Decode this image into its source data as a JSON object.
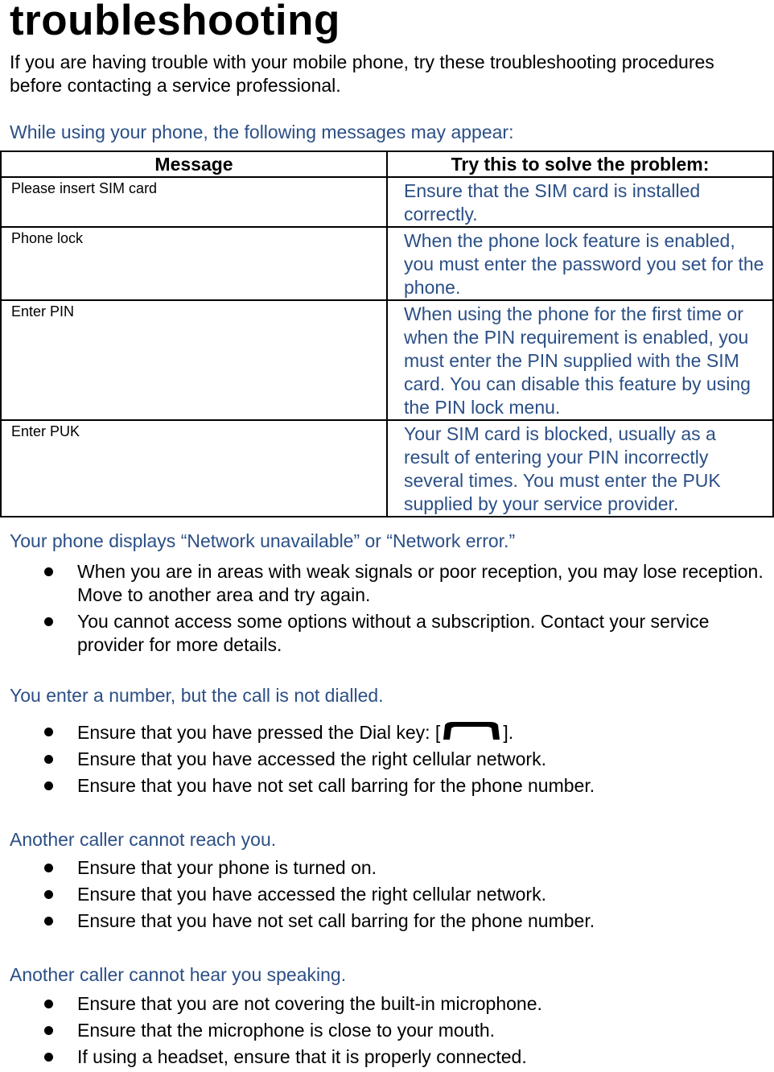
{
  "title": "troubleshooting",
  "intro": "If you are having trouble with your mobile phone, try these troubleshooting procedures before contacting a service professional.",
  "messages_heading": "While using your phone, the following messages may appear:",
  "table": {
    "headers": [
      "Message",
      "Try this to solve the problem:"
    ],
    "rows": [
      {
        "message": "Please insert SIM card",
        "solution": "Ensure that the SIM card is installed correctly."
      },
      {
        "message": "Phone lock",
        "solution": "When the phone lock feature is enabled, you must enter the password you set for the phone."
      },
      {
        "message": "Enter PIN",
        "solution": "When using the phone for the first time or when the PIN requirement is enabled, you must enter the PIN supplied with the SIM card. You can disable this feature by using the PIN lock    menu."
      },
      {
        "message": "Enter PUK",
        "solution": "Your SIM card is blocked, usually as a result of entering your PIN incorrectly several times. You must enter the PUK supplied by your service provider."
      }
    ]
  },
  "sections": [
    {
      "heading": "Your phone displays “Network unavailable” or “Network error.”",
      "bullets": [
        "When you are in areas with weak signals or poor reception, you may lose reception. Move to another area and try again.",
        "You cannot access some options without a subscription. Contact your service provider for more details."
      ]
    },
    {
      "heading": "You enter a number, but the call is not dialled.",
      "dial_prefix": "Ensure that you have pressed the Dial key: [",
      "dial_suffix": "].",
      "dial_icon": "dial-key-icon",
      "bullets": [
        "Ensure that you have accessed the right cellular network.",
        "Ensure that you have not set call barring for the phone number."
      ]
    },
    {
      "heading": "Another caller cannot reach you.",
      "bullets": [
        "Ensure that your phone is turned on.",
        "Ensure that you have accessed the right cellular network.",
        "Ensure that you have not set call barring for the phone number."
      ]
    },
    {
      "heading": "Another caller cannot hear you speaking.",
      "bullets": [
        "Ensure that you are not covering the built-in microphone.",
        "Ensure that the microphone is close to your mouth.",
        "If using a headset, ensure that it is properly connected."
      ]
    }
  ],
  "colors": {
    "heading_blue": "#2b4f86",
    "text": "#000000"
  }
}
